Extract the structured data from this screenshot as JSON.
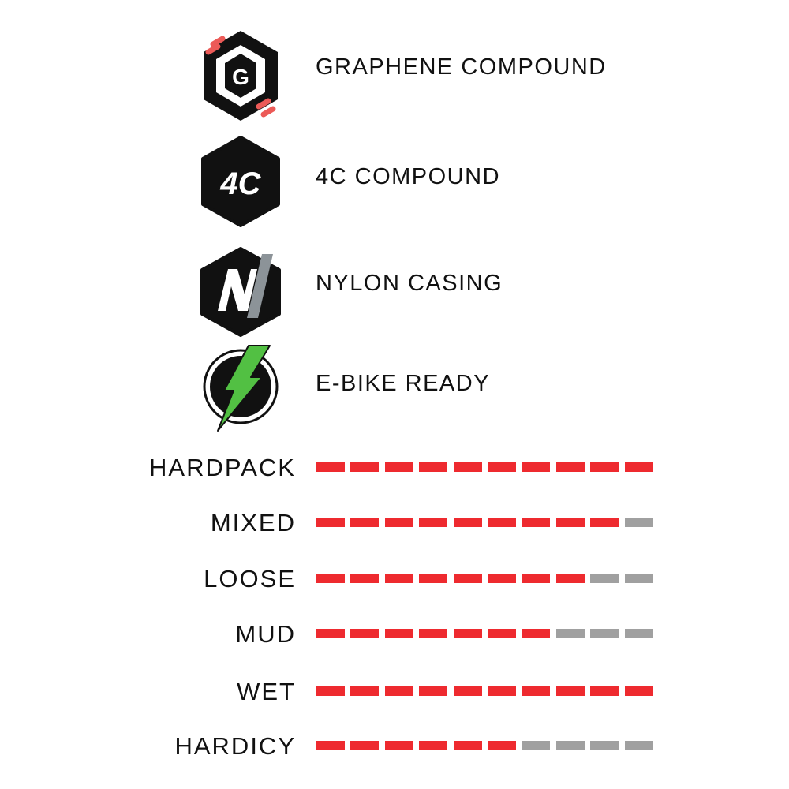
{
  "features": [
    {
      "id": "graphene",
      "label": "GRAPHENE COMPOUND",
      "icon": "graphene-g-hexagon-icon",
      "badge_text": "G"
    },
    {
      "id": "4c",
      "label": "4C COMPOUND",
      "icon": "4c-hexagon-icon",
      "badge_text": "4C"
    },
    {
      "id": "nylon",
      "label": "NYLON CASING",
      "icon": "nylon-n-hexagon-icon"
    },
    {
      "id": "ebike",
      "label": "E-BIKE READY",
      "icon": "lightning-bolt-circle-icon"
    }
  ],
  "ratings": {
    "max": 10,
    "items": [
      {
        "label": "HARDPACK",
        "value": 10
      },
      {
        "label": "MIXED",
        "value": 9
      },
      {
        "label": "LOOSE",
        "value": 8
      },
      {
        "label": "MUD",
        "value": 7
      },
      {
        "label": "WET",
        "value": 10
      },
      {
        "label": "HARDICY",
        "value": 6
      }
    ]
  },
  "colors": {
    "filled": "#ee2a2f",
    "empty": "#a0a0a0",
    "icon_dark": "#111111",
    "graphene_accent": "#ec5a57",
    "nylon_accent": "#8c9398",
    "bolt_green": "#52c043"
  }
}
